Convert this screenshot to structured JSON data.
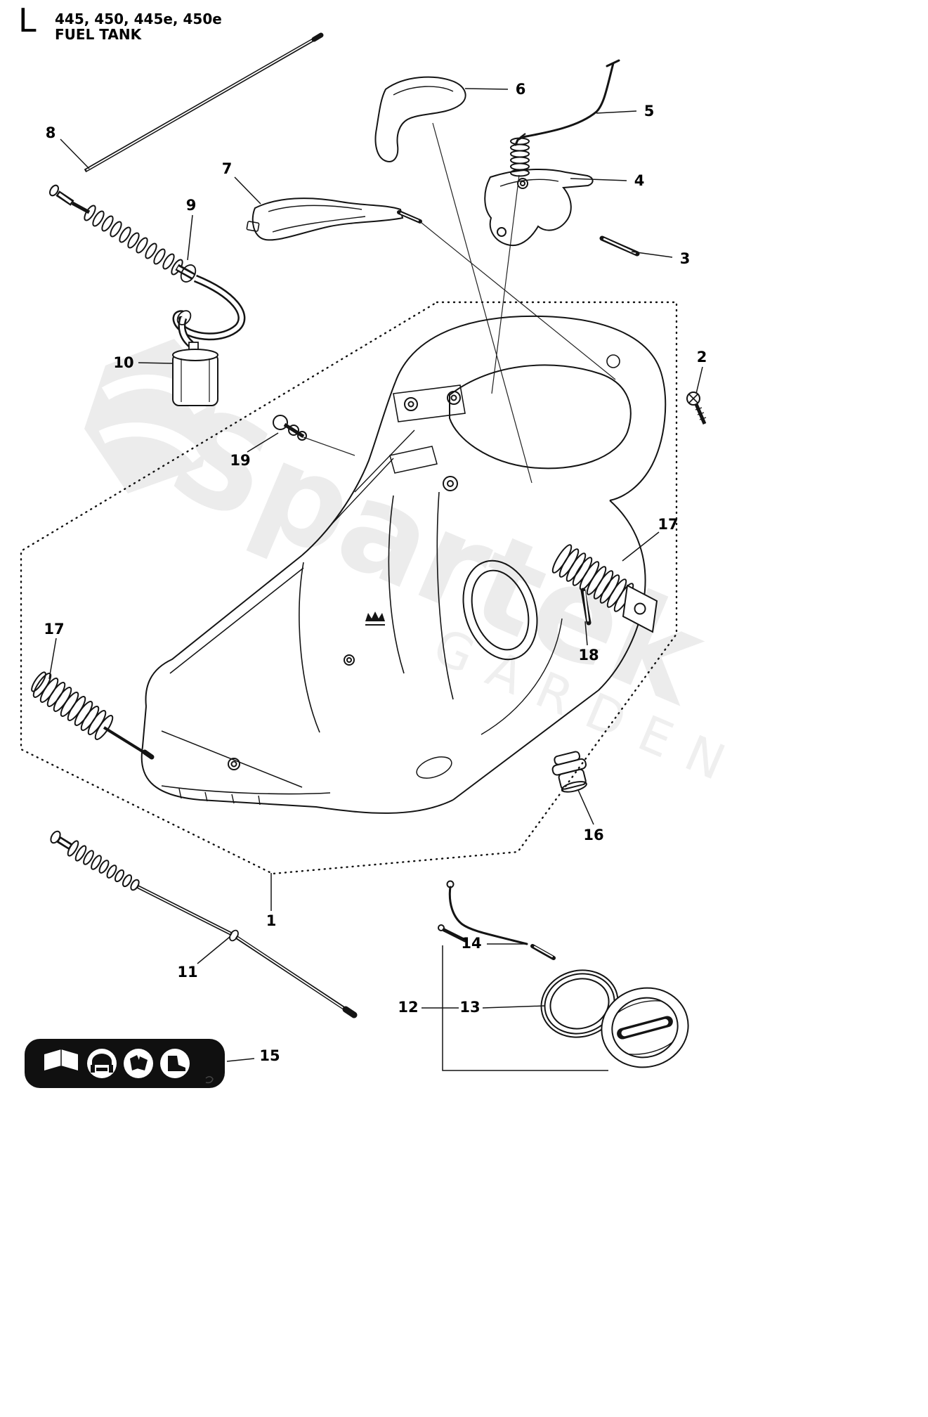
{
  "header": {
    "section_letter": "L",
    "models": "445, 450, 445e, 450e",
    "title": "FUEL TANK"
  },
  "watermark": {
    "brand": "Spartek",
    "tagline": "GARDEN"
  },
  "labels": [
    {
      "num": "8"
    },
    {
      "num": "7"
    },
    {
      "num": "9"
    },
    {
      "num": "6"
    },
    {
      "num": "5"
    },
    {
      "num": "4"
    },
    {
      "num": "3"
    },
    {
      "num": "2"
    },
    {
      "num": "10"
    },
    {
      "num": "19"
    },
    {
      "num": "17"
    },
    {
      "num": "18"
    },
    {
      "num": "17"
    },
    {
      "num": "16"
    },
    {
      "num": "1"
    },
    {
      "num": "11"
    },
    {
      "num": "14"
    },
    {
      "num": "12"
    },
    {
      "num": "13"
    },
    {
      "num": "15"
    }
  ],
  "safety_label": {
    "icons": [
      "read-manual-icon",
      "helmet-ear-eye-protection-icon",
      "gloves-icon",
      "boots-icon"
    ]
  }
}
